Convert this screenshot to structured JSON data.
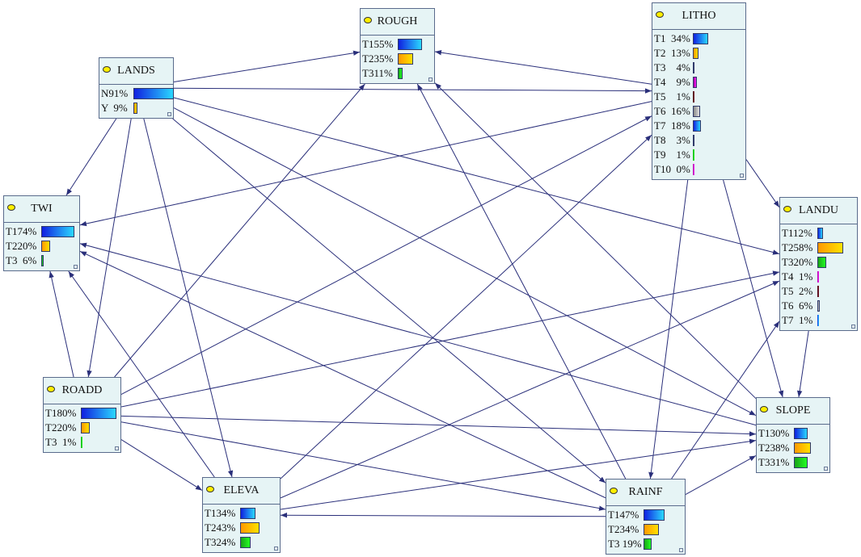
{
  "nodes": [
    {
      "id": "LANDS",
      "title": "LANDS",
      "rows": [
        {
          "label": "N91%",
          "value": 91,
          "color": "blue"
        },
        {
          "label": "Y  9%",
          "value": 9,
          "color": "orange"
        }
      ]
    },
    {
      "id": "ROUGH",
      "title": "ROUGH",
      "rows": [
        {
          "label": "T155%",
          "value": 55,
          "color": "blue"
        },
        {
          "label": "T235%",
          "value": 35,
          "color": "orange"
        },
        {
          "label": "T311%",
          "value": 11,
          "color": "green"
        }
      ]
    },
    {
      "id": "LITHO",
      "title": "LITHO",
      "rows": [
        {
          "label": "T1  34%",
          "value": 34,
          "color": "blue"
        },
        {
          "label": "T2  13%",
          "value": 13,
          "color": "orange"
        },
        {
          "label": "T3    4%",
          "value": 4,
          "color": "green"
        },
        {
          "label": "T4    9%",
          "value": 9,
          "color": "magenta"
        },
        {
          "label": "T5    1%",
          "value": 1,
          "color": "dark"
        },
        {
          "label": "T6  16%",
          "value": 16,
          "color": "gray"
        },
        {
          "label": "T7  18%",
          "value": 18,
          "color": "blue"
        },
        {
          "label": "T8    3%",
          "value": 3,
          "color": "orange"
        },
        {
          "label": "T9    1%",
          "value": 1,
          "color": "green"
        },
        {
          "label": "T10  0%",
          "value": 0,
          "color": "magenta"
        }
      ]
    },
    {
      "id": "TWI",
      "title": "TWI",
      "rows": [
        {
          "label": "T174%",
          "value": 74,
          "color": "blue"
        },
        {
          "label": "T220%",
          "value": 20,
          "color": "orange"
        },
        {
          "label": "T3  6%",
          "value": 6,
          "color": "green"
        }
      ]
    },
    {
      "id": "LANDU",
      "title": "LANDU",
      "rows": [
        {
          "label": "T112%",
          "value": 12,
          "color": "blue"
        },
        {
          "label": "T258%",
          "value": 58,
          "color": "orange"
        },
        {
          "label": "T320%",
          "value": 20,
          "color": "green"
        },
        {
          "label": "T4  1%",
          "value": 1,
          "color": "magenta"
        },
        {
          "label": "T5  2%",
          "value": 2,
          "color": "dark"
        },
        {
          "label": "T6  6%",
          "value": 6,
          "color": "gray"
        },
        {
          "label": "T7  1%",
          "value": 1,
          "color": "blue"
        }
      ]
    },
    {
      "id": "ROADD",
      "title": "ROADD",
      "rows": [
        {
          "label": "T180%",
          "value": 80,
          "color": "blue"
        },
        {
          "label": "T220%",
          "value": 20,
          "color": "orange"
        },
        {
          "label": "T3  1%",
          "value": 1,
          "color": "green"
        }
      ]
    },
    {
      "id": "SLOPE",
      "title": "SLOPE",
      "rows": [
        {
          "label": "T130%",
          "value": 30,
          "color": "blue"
        },
        {
          "label": "T238%",
          "value": 38,
          "color": "orange"
        },
        {
          "label": "T331%",
          "value": 31,
          "color": "green"
        }
      ]
    },
    {
      "id": "ELEVA",
      "title": "ELEVA",
      "rows": [
        {
          "label": "T134%",
          "value": 34,
          "color": "blue"
        },
        {
          "label": "T243%",
          "value": 43,
          "color": "orange"
        },
        {
          "label": "T324%",
          "value": 24,
          "color": "green"
        }
      ]
    },
    {
      "id": "RAINF",
      "title": "RAINF",
      "rows": [
        {
          "label": "T147%",
          "value": 47,
          "color": "blue"
        },
        {
          "label": "T234%",
          "value": 34,
          "color": "orange"
        },
        {
          "label": "T3 19%",
          "value": 19,
          "color": "green"
        }
      ]
    }
  ],
  "edges": [
    [
      "LANDS",
      "ROUGH"
    ],
    [
      "LANDS",
      "LITHO"
    ],
    [
      "LANDS",
      "TWI"
    ],
    [
      "LANDS",
      "ROADD"
    ],
    [
      "LANDS",
      "ELEVA"
    ],
    [
      "LANDS",
      "LANDU"
    ],
    [
      "LANDS",
      "SLOPE"
    ],
    [
      "LANDS",
      "RAINF"
    ],
    [
      "LITHO",
      "ROUGH"
    ],
    [
      "LITHO",
      "TWI"
    ],
    [
      "LITHO",
      "LANDU"
    ],
    [
      "LITHO",
      "SLOPE"
    ],
    [
      "LITHO",
      "RAINF"
    ],
    [
      "ROADD",
      "TWI"
    ],
    [
      "ROADD",
      "ROUGH"
    ],
    [
      "ROADD",
      "LITHO"
    ],
    [
      "ROADD",
      "LANDU"
    ],
    [
      "ROADD",
      "SLOPE"
    ],
    [
      "ROADD",
      "ELEVA"
    ],
    [
      "ROADD",
      "RAINF"
    ],
    [
      "SLOPE",
      "TWI"
    ],
    [
      "ELEVA",
      "TWI"
    ],
    [
      "RAINF",
      "TWI"
    ],
    [
      "ELEVA",
      "LITHO"
    ],
    [
      "ELEVA",
      "LANDU"
    ],
    [
      "ELEVA",
      "SLOPE"
    ],
    [
      "RAINF",
      "ROUGH"
    ],
    [
      "RAINF",
      "ELEVA"
    ],
    [
      "RAINF",
      "LANDU"
    ],
    [
      "RAINF",
      "SLOPE"
    ],
    [
      "SLOPE",
      "ROUGH"
    ],
    [
      "LANDU",
      "SLOPE"
    ]
  ],
  "colors": {
    "edge": "#2a2f7a",
    "node_bg": "#e6f4f5",
    "node_border": "#5a6b8c",
    "indicator": "#ffee00"
  }
}
